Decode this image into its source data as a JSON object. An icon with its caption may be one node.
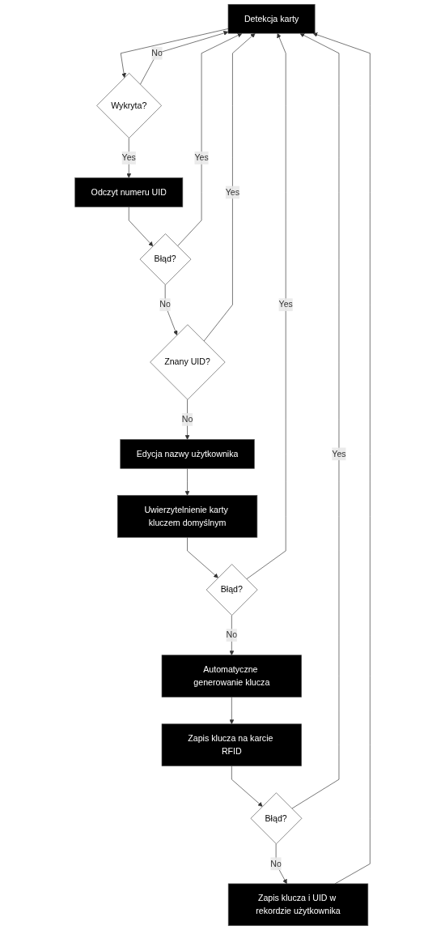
{
  "diagram": {
    "nodes": [
      {
        "text": [
          "Detekcja karty"
        ]
      },
      {
        "text": [
          "Wykryta?"
        ]
      },
      {
        "text": [
          "Odczyt numeru UID"
        ]
      },
      {
        "text": [
          "Błąd?"
        ]
      },
      {
        "text": [
          "Znany UID?"
        ]
      },
      {
        "text": [
          "Edycja nazwy użytkownika"
        ]
      },
      {
        "text": [
          "Uwierzytelnienie karty kluczem domyślnym"
        ]
      },
      {
        "text": [
          "Błąd?"
        ]
      },
      {
        "text": [
          "Automatyczne generowanie klucza"
        ]
      },
      {
        "text": [
          "Zapis klucza na karcie RFID"
        ]
      },
      {
        "text": [
          "Błąd?"
        ]
      },
      {
        "text": [
          "Zapis klucza i UID w rekordzie użytkownika"
        ]
      }
    ],
    "edges": [
      {
        "from": 0,
        "to": 1,
        "arrow": "to"
      },
      {
        "from": 1,
        "to": 0,
        "arrow": "to",
        "label": "No"
      },
      {
        "from": 1,
        "to": 2,
        "arrow": "to",
        "label": "Yes"
      },
      {
        "from": 2,
        "to": 3,
        "arrow": "to"
      },
      {
        "from": 3,
        "to": 0,
        "arrow": "to",
        "label": "Yes"
      },
      {
        "from": 3,
        "to": 4,
        "arrow": "to",
        "label": "No"
      },
      {
        "from": 4,
        "to": 0,
        "arrow": "to",
        "label": "Yes"
      },
      {
        "from": 4,
        "to": 5,
        "arrow": "to",
        "label": "No"
      },
      {
        "from": 5,
        "to": 6,
        "arrow": "to"
      },
      {
        "from": 6,
        "to": 7,
        "arrow": "to"
      },
      {
        "from": 7,
        "to": 0,
        "arrow": "to",
        "label": "Yes"
      },
      {
        "from": 7,
        "to": 8,
        "arrow": "to",
        "label": "No"
      },
      {
        "from": 8,
        "to": 9,
        "arrow": "to"
      },
      {
        "from": 9,
        "to": 10,
        "arrow": "to"
      },
      {
        "from": 10,
        "to": 0,
        "arrow": "to",
        "label": "Yes"
      },
      {
        "from": 10,
        "to": 11,
        "arrow": "to",
        "label": "No"
      },
      {
        "from": 11,
        "to": 0,
        "arrow": "to"
      }
    ]
  }
}
